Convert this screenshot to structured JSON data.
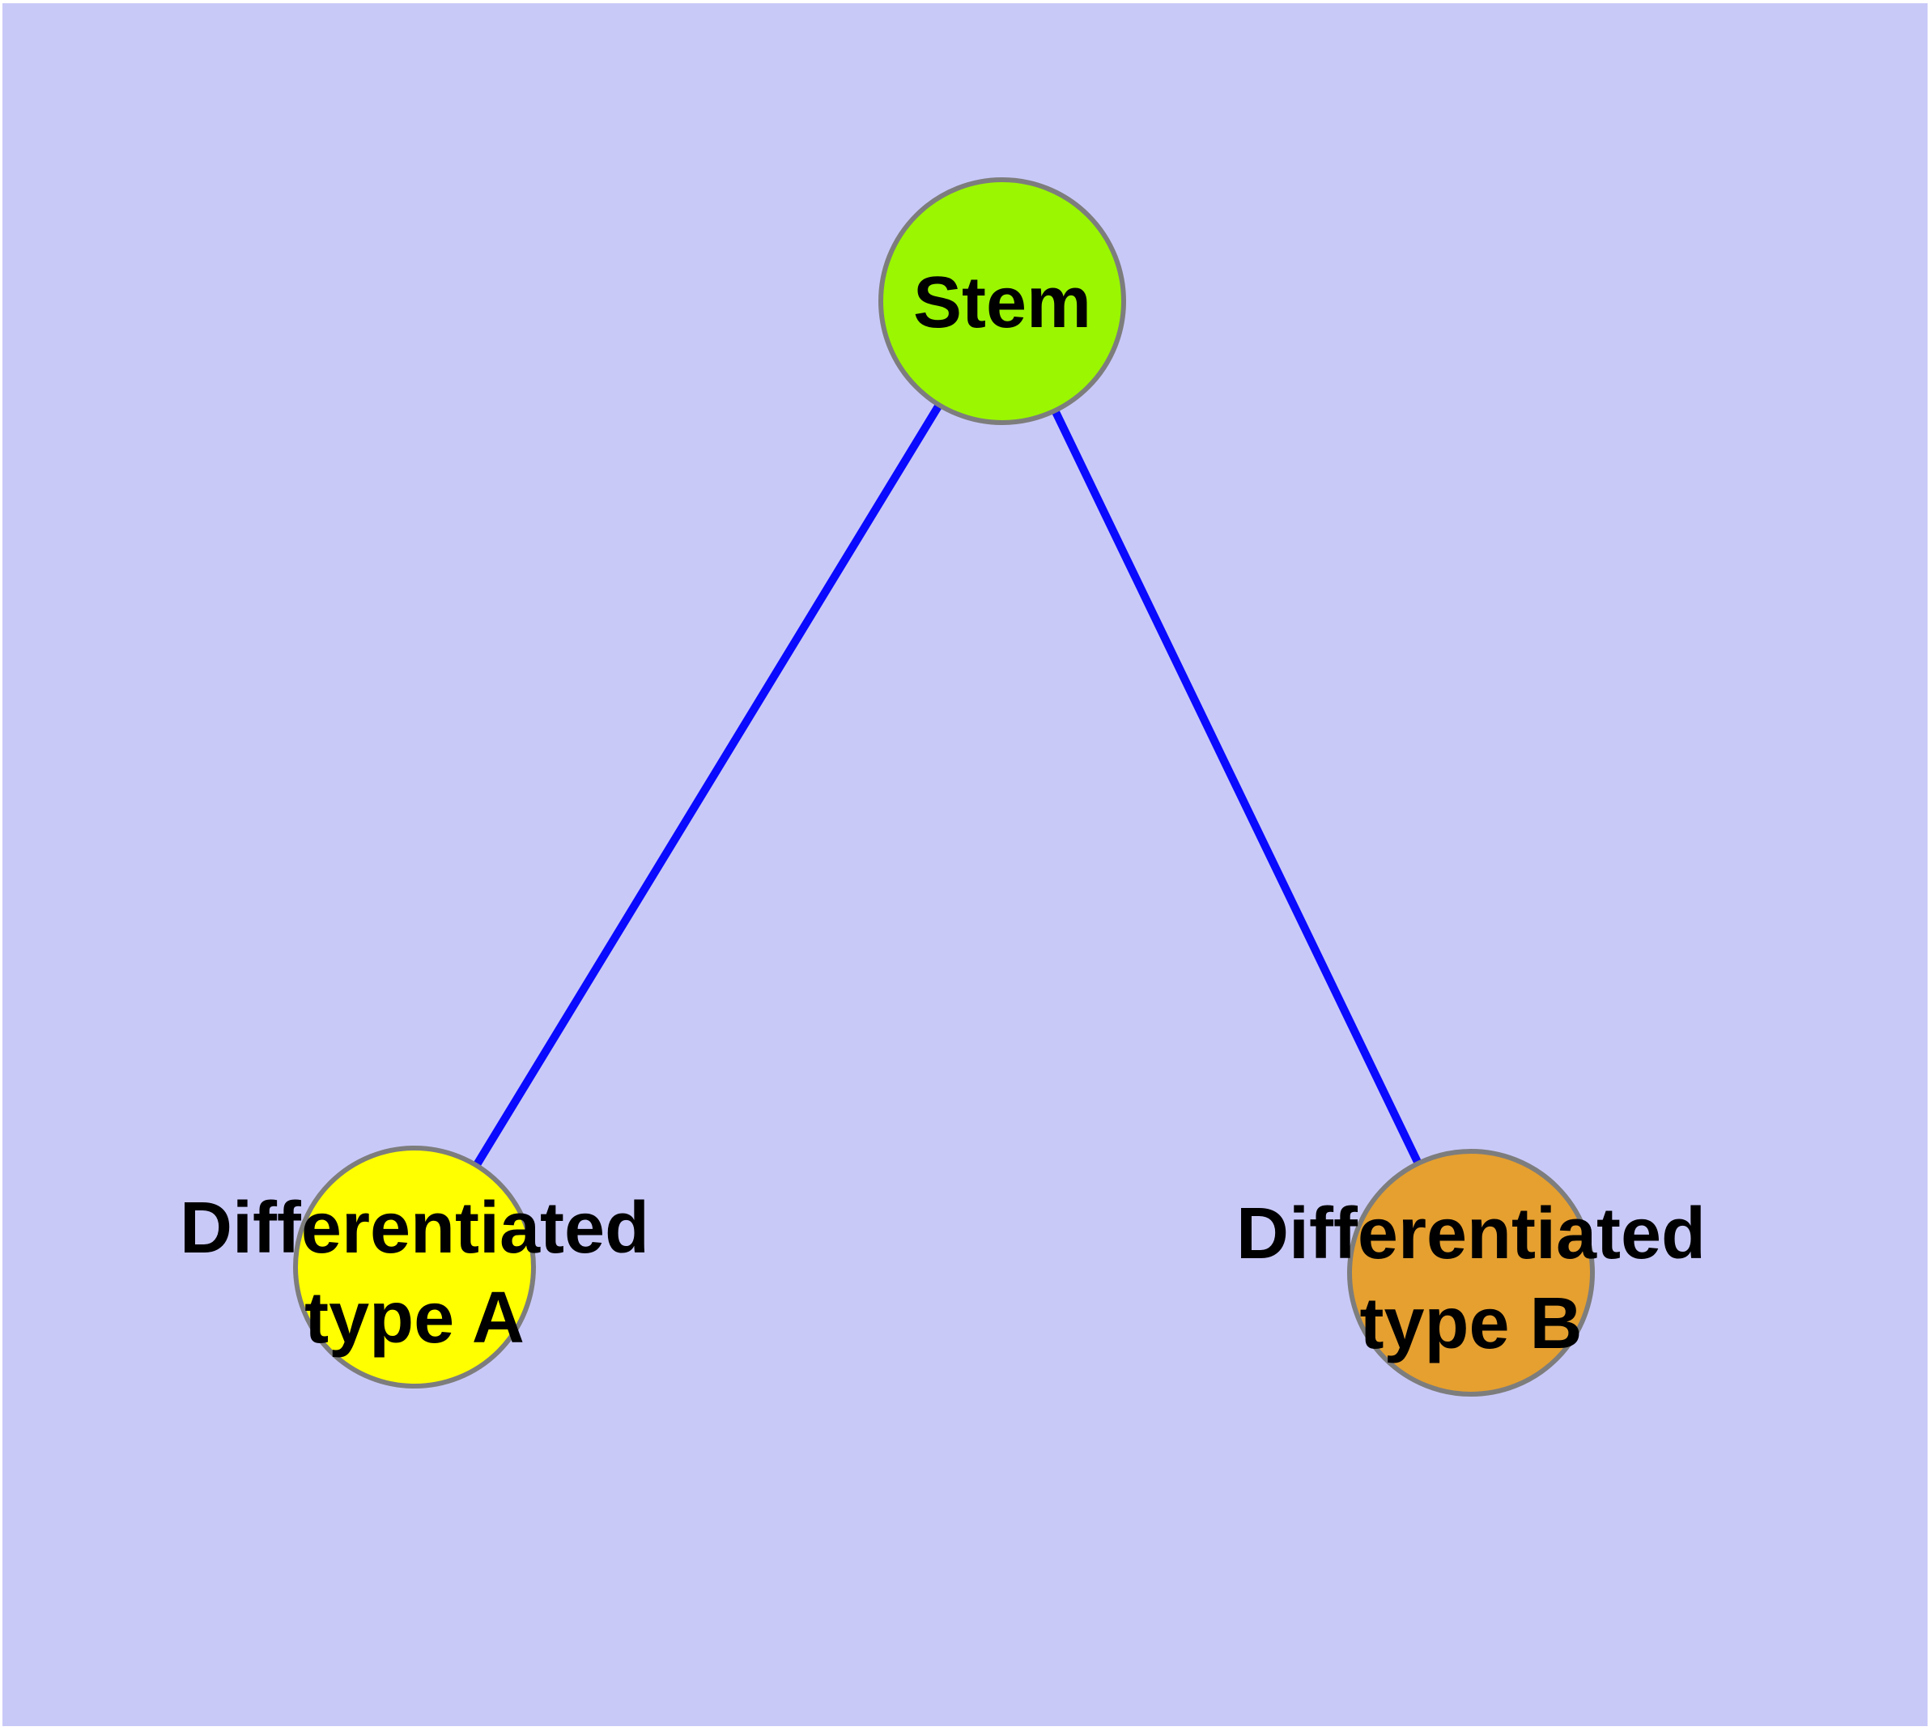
{
  "diagram": {
    "type": "node-link graph",
    "background_color": "#c9c9f8",
    "margin_color": "#ffffff",
    "edge_color": "#0a0aff",
    "node_border_color": "#7d7d7d",
    "text_color": "#000000",
    "nodes": {
      "stem": {
        "label": "Stem",
        "color": "#9af601"
      },
      "type_a": {
        "label": "Differentiated type A",
        "line1": "Differentiated",
        "line2": "type A",
        "color": "#ffff00"
      },
      "type_b": {
        "label": "Differentiated type B",
        "line1": "Differentiated",
        "line2": "type B",
        "color": "#e6a02f"
      }
    },
    "edges": [
      {
        "from": "Stem",
        "to": "Differentiated type A"
      },
      {
        "from": "Stem",
        "to": "Differentiated type B"
      }
    ]
  }
}
